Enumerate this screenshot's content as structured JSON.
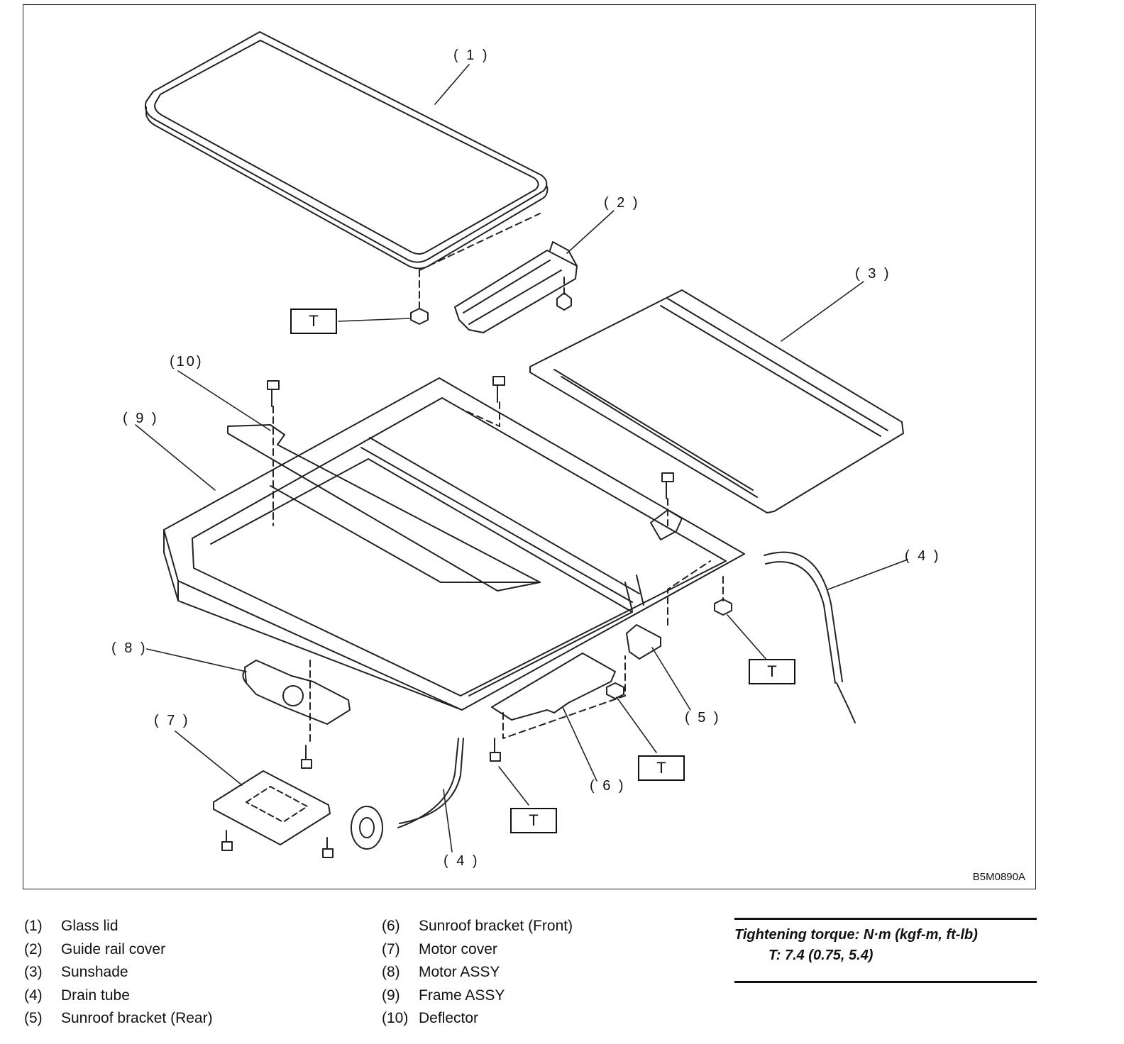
{
  "figure": {
    "id": "B5M0890A",
    "callouts": {
      "c1": "( 1 )",
      "c2": "( 2 )",
      "c3": "( 3 )",
      "c4a": "( 4 )",
      "c4b": "( 4 )",
      "c5": "( 5 )",
      "c6": "( 6 )",
      "c7": "( 7 )",
      "c8": "( 8 )",
      "c9": "( 9 )",
      "c10": "(10)"
    },
    "torque_mark": "T"
  },
  "legend": {
    "left": [
      {
        "num": "(1)",
        "label": "Glass lid"
      },
      {
        "num": "(2)",
        "label": "Guide rail cover"
      },
      {
        "num": "(3)",
        "label": "Sunshade"
      },
      {
        "num": "(4)",
        "label": "Drain tube"
      },
      {
        "num": "(5)",
        "label": "Sunroof bracket (Rear)"
      }
    ],
    "right": [
      {
        "num": "(6)",
        "label": "Sunroof bracket (Front)"
      },
      {
        "num": "(7)",
        "label": "Motor cover"
      },
      {
        "num": "(8)",
        "label": "Motor ASSY"
      },
      {
        "num": "(9)",
        "label": "Frame ASSY"
      },
      {
        "num": "(10)",
        "label": "Deflector"
      }
    ]
  },
  "torque": {
    "title": "Tightening torque: N·m (kgf-m, ft-lb)",
    "value": "T: 7.4 (0.75, 5.4)"
  }
}
